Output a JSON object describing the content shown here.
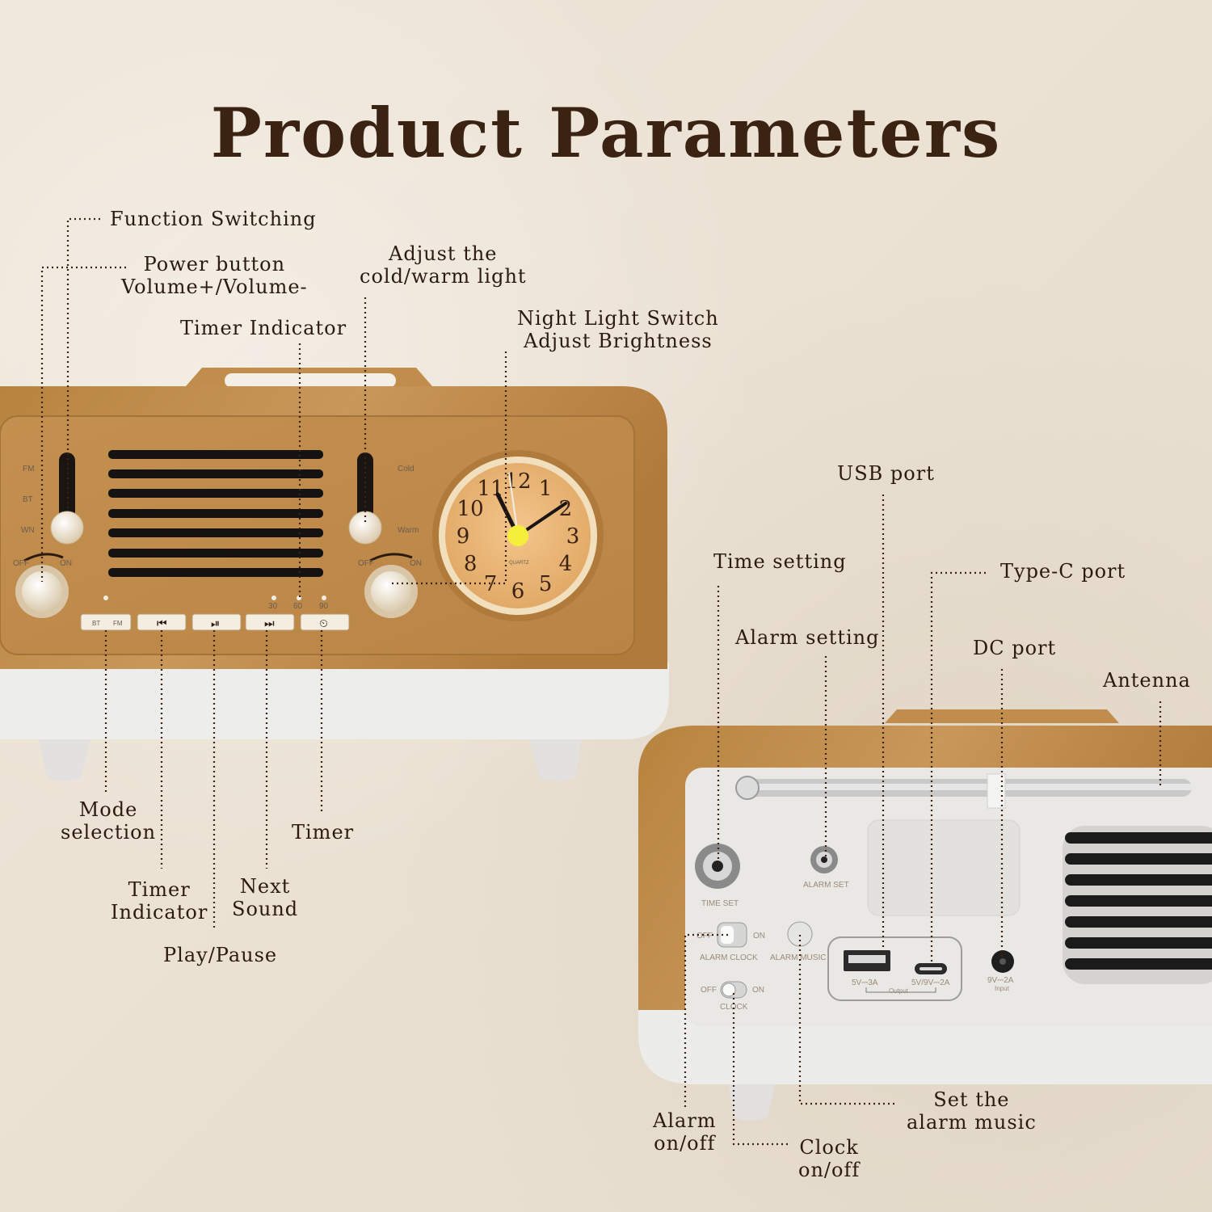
{
  "title": "Product Parameters",
  "labels": {
    "function_switching": "Function Switching",
    "power_volume": [
      "Power button",
      "Volume+/Volume-"
    ],
    "adjust_light": [
      "Adjust the",
      "cold/warm light"
    ],
    "timer_indicator_top": "Timer Indicator",
    "night_light": [
      "Night Light Switch",
      "Adjust Brightness"
    ],
    "mode_selection": [
      "Mode",
      "selection"
    ],
    "timer_indicator_bottom": [
      "Timer",
      "Indicator"
    ],
    "play_pause": "Play/Pause",
    "next_sound": [
      "Next",
      "Sound"
    ],
    "timer": "Timer",
    "usb_port": "USB port",
    "time_setting": "Time setting",
    "type_c_port": "Type-C port",
    "alarm_setting": "Alarm setting",
    "dc_port": "DC port",
    "antenna": "Antenna",
    "set_alarm_music": [
      "Set the",
      "alarm music"
    ],
    "alarm_onoff": [
      "Alarm",
      "on/off"
    ],
    "clock_onoff": [
      "Clock",
      "on/off"
    ]
  },
  "front_panel": {
    "slider_left": [
      "FM",
      "BT",
      "WN"
    ],
    "slider_right": [
      "Cold",
      "Warm"
    ],
    "knob_left": [
      "OFF",
      "ON"
    ],
    "knob_right": [
      "OFF",
      "ON"
    ],
    "timer_marks": [
      "30",
      "60",
      "90"
    ],
    "mode_button": "BT",
    "mode_button_right": "FM",
    "clock_numbers": [
      "12",
      "1",
      "2",
      "3",
      "4",
      "5",
      "6",
      "7",
      "8",
      "9",
      "10",
      "11"
    ],
    "clock_brand": "QUARTZ"
  },
  "back_panel": {
    "time_set": "TIME SET",
    "alarm_set": "ALARM SET",
    "off": "OFF",
    "on": "ON",
    "alarm_clock": "ALARM CLOCK",
    "alarm_music": "ALARM MUSIC",
    "clock": "CLOCK",
    "usb_rating": "5V⎓3A",
    "typec_rating": "5V/9V⎓2A",
    "output": "Output",
    "dc_rating": "9V⎓2A",
    "input": "Input"
  }
}
